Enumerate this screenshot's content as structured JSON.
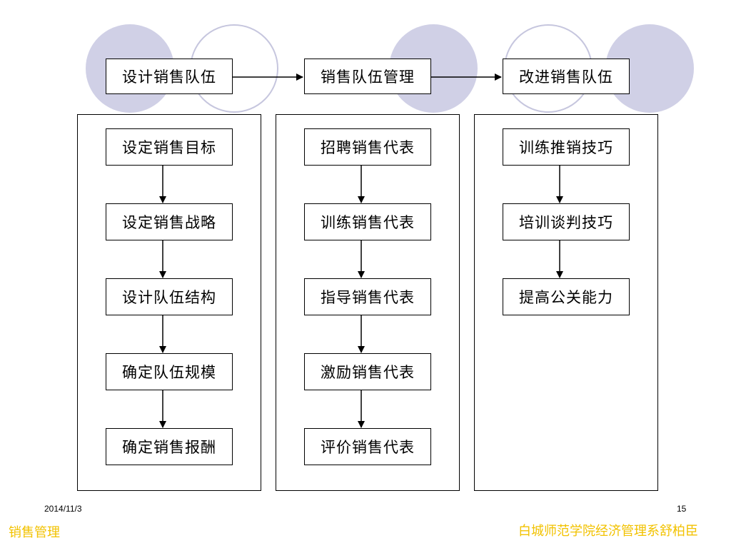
{
  "columns": [
    {
      "title": "设计销售队伍",
      "steps": [
        "设定销售目标",
        "设定销售战略",
        "设计队伍结构",
        "确定队伍规模",
        "确定销售报酬"
      ]
    },
    {
      "title": "销售队伍管理",
      "steps": [
        "招聘销售代表",
        "训练销售代表",
        "指导销售代表",
        "激励销售代表",
        "评价销售代表"
      ]
    },
    {
      "title": "改进销售队伍",
      "steps": [
        "训练推销技巧",
        "培训谈判技巧",
        "提高公关能力"
      ]
    }
  ],
  "footer": {
    "date": "2014/11/3",
    "page": "15",
    "left": "销售管理",
    "right": "白城师范学院经济管理系舒柏臣"
  },
  "colors": {
    "circle_fill": "#d0d0e6",
    "circle_ring": "#c6c6de",
    "footer_text": "#f2c200"
  }
}
